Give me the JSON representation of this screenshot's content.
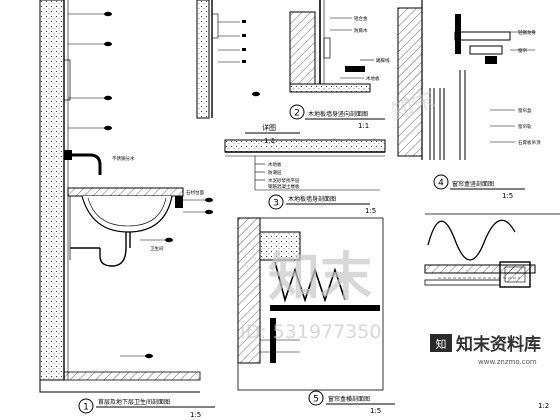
{
  "details": [
    {
      "number": "1",
      "title": "首层及地下层卫生间剖面图",
      "scale": "1:5"
    },
    {
      "number": "2",
      "title": "木地板墙身竖向剖面图",
      "scale": "1:1"
    },
    {
      "number": "3",
      "title": "木地板墙身剖面图",
      "scale": "1:5"
    },
    {
      "number": "4",
      "title": "窗帘盒竖剖面图",
      "scale": "1:5"
    },
    {
      "number": "5",
      "title": "窗帘盒横剖面图",
      "scale": "1:5"
    }
  ],
  "enlarged": {
    "title": "详图",
    "scale": "1:1"
  },
  "detail6": {
    "scale": "1:2"
  },
  "callouts": {
    "d1_labels": [
      "不锈钢分水",
      "石材台面",
      "卫生间"
    ],
    "d2_labels": [
      "铝合金",
      "防腐木",
      "踢脚线",
      "木地板"
    ],
    "d3_labels": [
      "木地板",
      "防潮层",
      "水泥砂浆找平层",
      "钢筋混凝土楼板"
    ],
    "d4_labels": [
      "窗帘盒",
      "窗帘轨",
      "石膏板吊顶",
      "轻钢龙骨",
      "窗帘"
    ]
  },
  "watermark": {
    "brand": "知末",
    "id_text": "ID: 531977350",
    "site_name": "知末资料库",
    "site_url": "www.znzmo.com",
    "corner_text": "知末"
  }
}
